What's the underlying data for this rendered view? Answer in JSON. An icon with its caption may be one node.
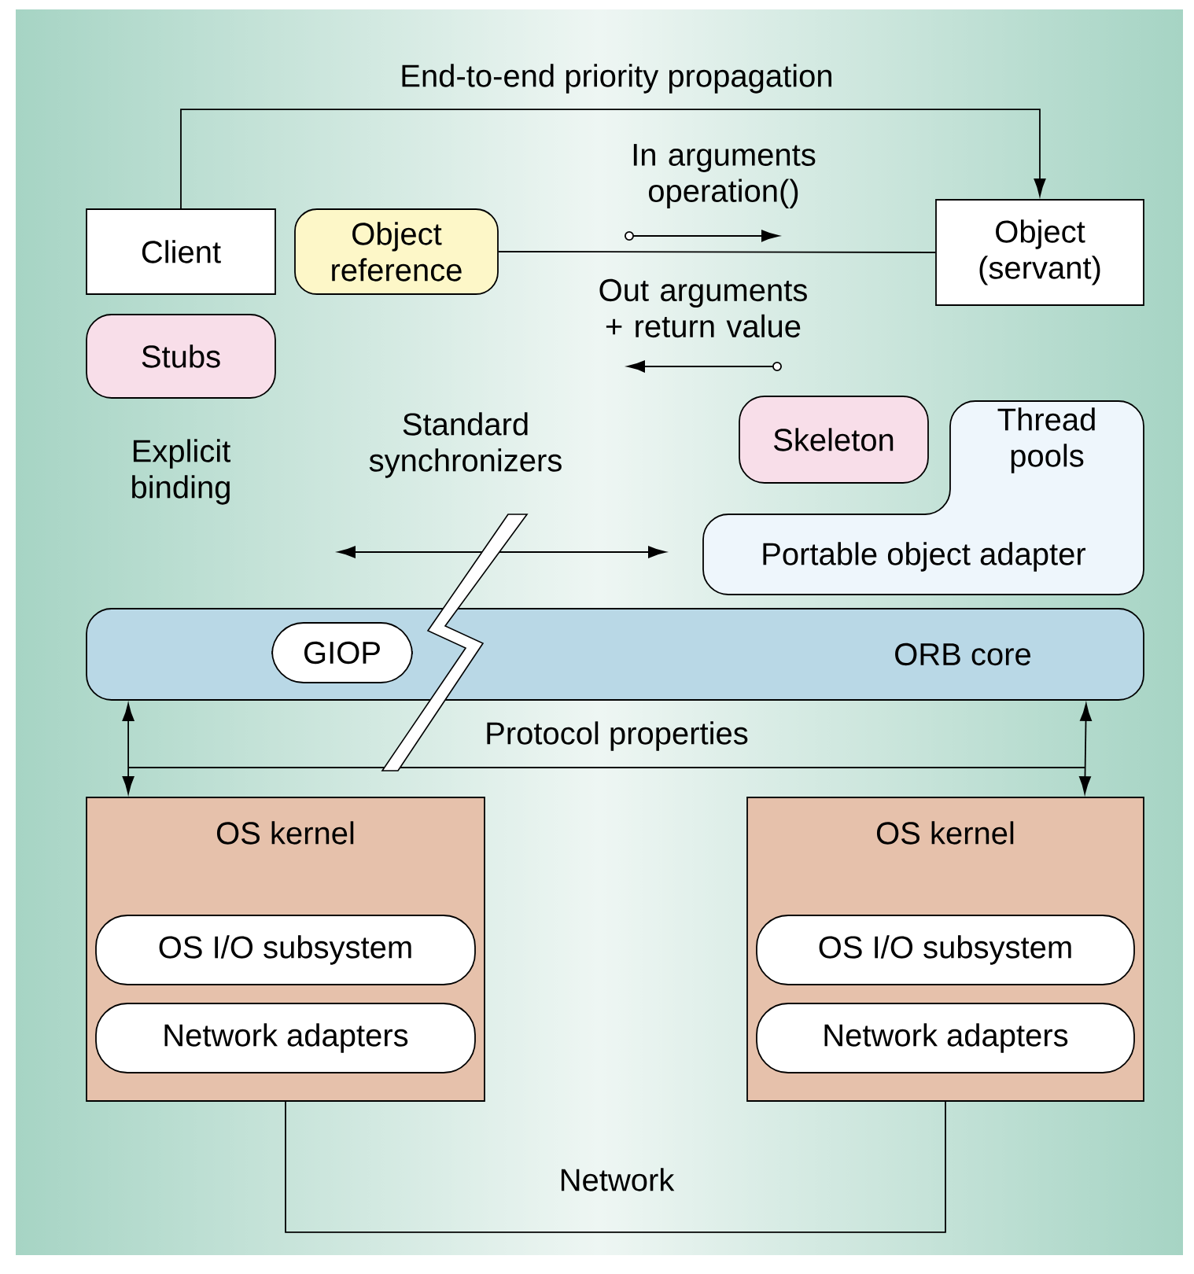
{
  "diagram": {
    "nodes": [
      {
        "text": [
          "Client"
        ]
      },
      {
        "text": [
          "Object reference"
        ]
      },
      {
        "text": [
          "Object (servant)"
        ]
      },
      {
        "text": [
          "Stubs"
        ]
      },
      {
        "text": [
          "Skeleton"
        ]
      },
      {
        "text": [
          "Thread pools",
          "Portable object adapter"
        ]
      },
      {
        "text": [
          "ORB core"
        ]
      },
      {
        "text": [
          "GIOP"
        ],
        "in": 6
      },
      {
        "text": [
          "OS kernel"
        ]
      },
      {
        "text": [
          "OS I/O subsystem"
        ],
        "in": 8
      },
      {
        "text": [
          "Network adapters"
        ],
        "in": 8
      },
      {
        "text": [
          "OS kernel"
        ]
      },
      {
        "text": [
          "OS I/O subsystem"
        ],
        "in": 11
      },
      {
        "text": [
          "Network adapters"
        ],
        "in": 11
      }
    ],
    "edges": [
      {
        "from": 0,
        "to": 2,
        "arrow": "to",
        "label": "End-to-end priority propagation"
      },
      {
        "from": 1,
        "to": 2,
        "arrow": "none"
      },
      {
        "from": 6,
        "to": 8,
        "arrow": "both"
      },
      {
        "from": 6,
        "to": 11,
        "arrow": "both"
      },
      {
        "from": 8,
        "to": 11,
        "arrow": "none",
        "label": "Network"
      }
    ],
    "labels": [
      "In arguments operation()",
      "Out arguments + return value",
      "Standard synchronizers",
      "Explicit binding",
      "Protocol properties"
    ]
  }
}
